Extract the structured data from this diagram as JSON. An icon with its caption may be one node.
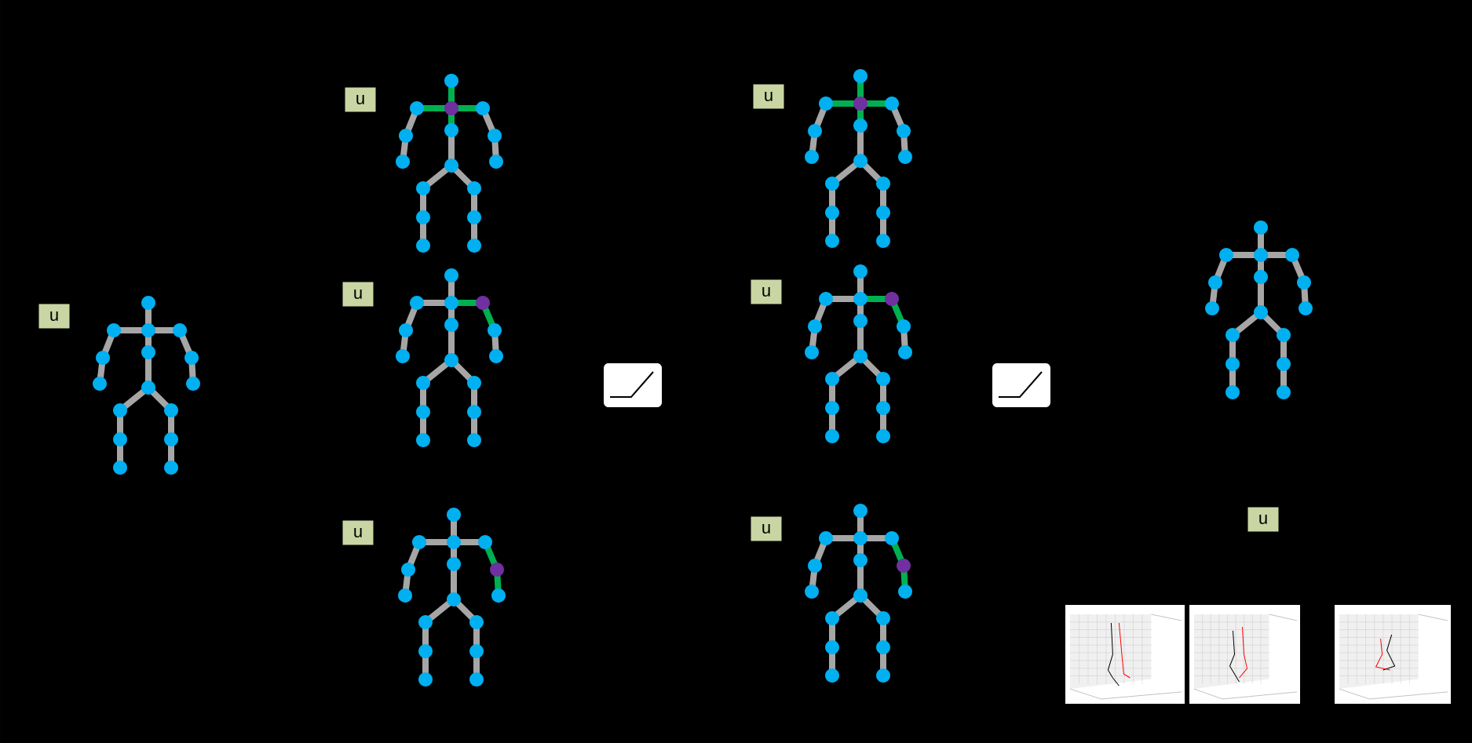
{
  "diagram": {
    "nodes": [
      {
        "text": [
          "u"
        ]
      },
      {
        "text": [
          "u"
        ]
      },
      {
        "text": [
          "u"
        ]
      },
      {
        "text": [
          "u"
        ]
      },
      {
        "text": [
          "u"
        ]
      },
      {
        "text": [
          "u"
        ]
      },
      {
        "text": [
          "u"
        ]
      },
      {
        "text": [
          "u"
        ]
      }
    ]
  }
}
